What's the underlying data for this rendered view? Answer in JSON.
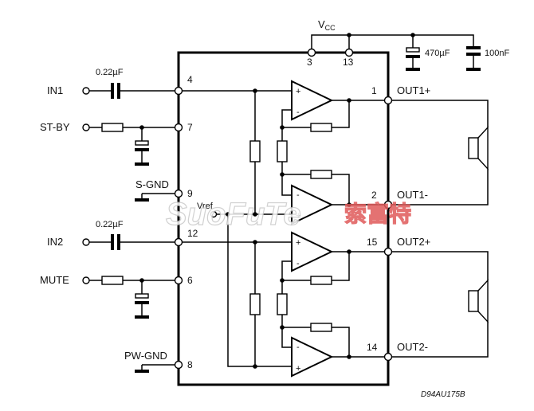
{
  "vcc": {
    "main": "V",
    "sub": "CC"
  },
  "pins": {
    "p3": "3",
    "p13": "13",
    "p4": "4",
    "p7": "7",
    "p9": "9",
    "p12": "12",
    "p6": "6",
    "p8": "8",
    "p1": "1",
    "p2": "2",
    "p15": "15",
    "p14": "14"
  },
  "inputs": {
    "in1": "IN1",
    "stby": "ST-BY",
    "sgnd": "S-GND",
    "in2": "IN2",
    "mute": "MUTE",
    "pwgnd": "PW-GND"
  },
  "caps": {
    "in1_cap": "0.22µF",
    "in2_cap": "0.22µF",
    "bulk": "470µF",
    "decoup": "100nF"
  },
  "outputs": {
    "out1p": "OUT1+",
    "out1m": "OUT1-",
    "out2p": "OUT2+",
    "out2m": "OUT2-"
  },
  "vref": "Vref",
  "drawing_ref": "D94AU175B",
  "watermark": {
    "latin": "SuoFuTe",
    "chinese": "索富特"
  },
  "amp_signs": {
    "plus": "+",
    "minus": "-"
  }
}
